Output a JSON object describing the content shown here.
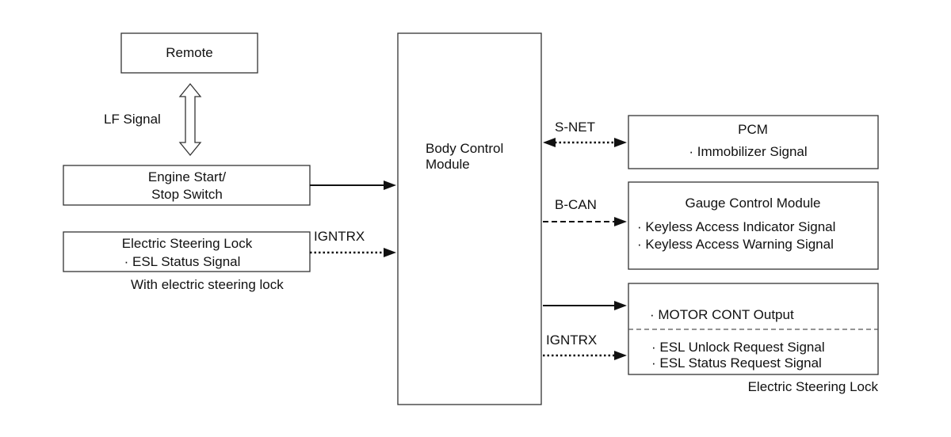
{
  "remote": {
    "label": "Remote"
  },
  "lf_signal": {
    "label": "LF Signal"
  },
  "start_switch": {
    "line1": "Engine Start/",
    "line2": "Stop Switch"
  },
  "esl_input": {
    "line1": "Electric Steering Lock",
    "line2": "· ESL Status Signal",
    "note": "With electric steering lock",
    "link_label": "IGNTRX"
  },
  "bcm": {
    "line1": "Body Control",
    "line2": "Module"
  },
  "pcm": {
    "title": "PCM",
    "line1": "· Immobilizer Signal",
    "link_label": "S-NET"
  },
  "gauge": {
    "title": "Gauge Control Module",
    "line1": "· Keyless Access Indicator Signal",
    "line2": "· Keyless Access Warning Signal",
    "link_label": "B-CAN"
  },
  "esl_output": {
    "motor": "· MOTOR CONT Output",
    "line1": "· ESL Unlock Request Signal",
    "line2": "· ESL Status Request Signal",
    "caption": "Electric Steering Lock",
    "link_label": "IGNTRX"
  }
}
